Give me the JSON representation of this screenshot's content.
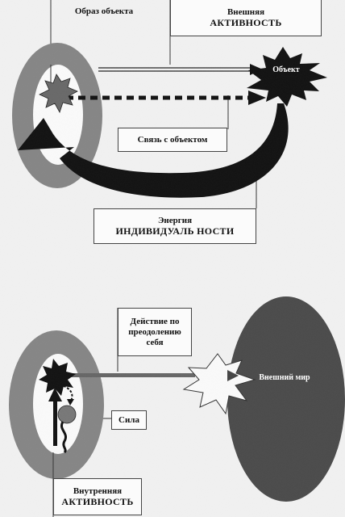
{
  "diagram_top": {
    "label_object_image": "Образ объекта",
    "label_external_activity": [
      "Внешняя",
      "АКТИВНОСТЬ"
    ],
    "label_object": "Объект",
    "label_connection": "Связь с объектом",
    "label_energy": [
      "Энергия",
      "ИНДИВИДУАЛЬ НОСТИ"
    ]
  },
  "diagram_bottom": {
    "label_action": [
      "Действие по",
      "преодолению",
      "себя"
    ],
    "label_external_world": "Внешний мир",
    "label_force": "Сила",
    "label_internal_activity": [
      "Внутренняя",
      "АКТИВНОСТЬ"
    ]
  },
  "colors": {
    "ring": "#858585",
    "ring_inner": "#fafafa",
    "dark": "#111111",
    "star_grey": "#686868",
    "world": "#4a4a4a",
    "line": "#333333"
  }
}
